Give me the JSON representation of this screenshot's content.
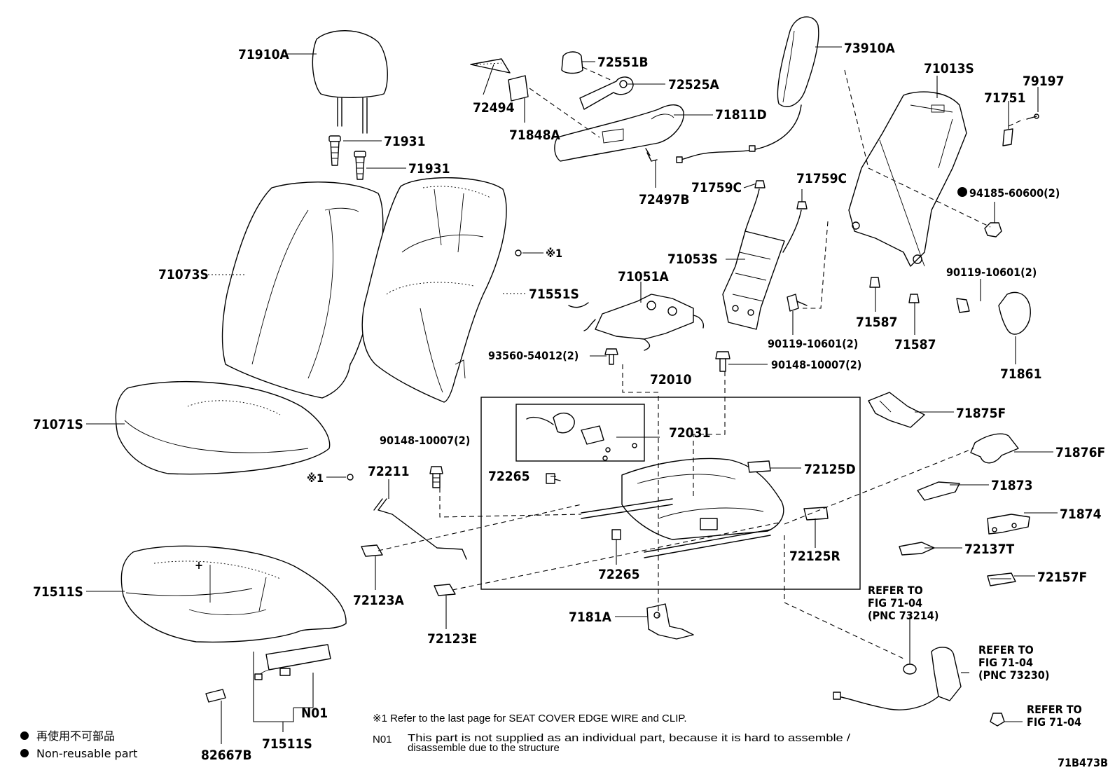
{
  "diagram": {
    "figure_id": "71B473B",
    "labels": {
      "p71910A": "71910A",
      "p71931a": "71931",
      "p71931b": "71931",
      "p71073S": "71073S",
      "p71551S": "71551S",
      "mark1a": "※1",
      "mark1b": "※1",
      "p71071S": "71071S",
      "p72211": "72211",
      "p72123A": "72123A",
      "p72123E": "72123E",
      "p71511Sa": "71511S",
      "p71511Sb": "71511S",
      "pN01": "N01",
      "p82667B": "82667B",
      "p72494": "72494",
      "p71848A": "71848A",
      "p72551B": "72551B",
      "p72525A": "72525A",
      "p71811D": "71811D",
      "p72497B": "72497B",
      "p73910A": "73910A",
      "p71759Ca": "71759C",
      "p71759Cb": "71759C",
      "p71053S": "71053S",
      "p71051A": "71051A",
      "p93560": "93560-54012(2)",
      "p90148a": "90148-10007(2)",
      "p90148b": "90148-10007(2)",
      "p90119a": "90119-10601(2)",
      "p90119b": "90119-10601(2)",
      "p72010": "72010",
      "p72031": "72031",
      "p72265a": "72265",
      "p72265b": "72265",
      "p72125D": "72125D",
      "p72125R": "72125R",
      "p7181A": "7181A",
      "p71013S": "71013S",
      "p79197": "79197",
      "p71751": "71751",
      "p94185": "94185-60600(2)",
      "p71587a": "71587",
      "p71587b": "71587",
      "p71861": "71861",
      "p71875F": "71875F",
      "p71876F": "71876F",
      "p71873": "71873",
      "p71874": "71874",
      "p72137T": "72137T",
      "p72157F": "72157F"
    },
    "refer1": [
      "REFER TO",
      "FIG 71-04",
      "(PNC 73214)"
    ],
    "refer2": [
      "REFER TO",
      "FIG 71-04",
      "(PNC 73230)"
    ],
    "refer3": [
      "REFER TO",
      "FIG 71-04"
    ],
    "notes": {
      "note1": "※1 Refer to the last page for SEAT COVER EDGE WIRE and CLIP.",
      "n01_code": "N01",
      "n01_line1": "This part is not supplied as an individual part, because it is hard to assemble /",
      "n01_line2": "disassemble due to the structure"
    },
    "legend": {
      "jp": "再使用不可部品",
      "en": "Non-reusable part"
    }
  }
}
